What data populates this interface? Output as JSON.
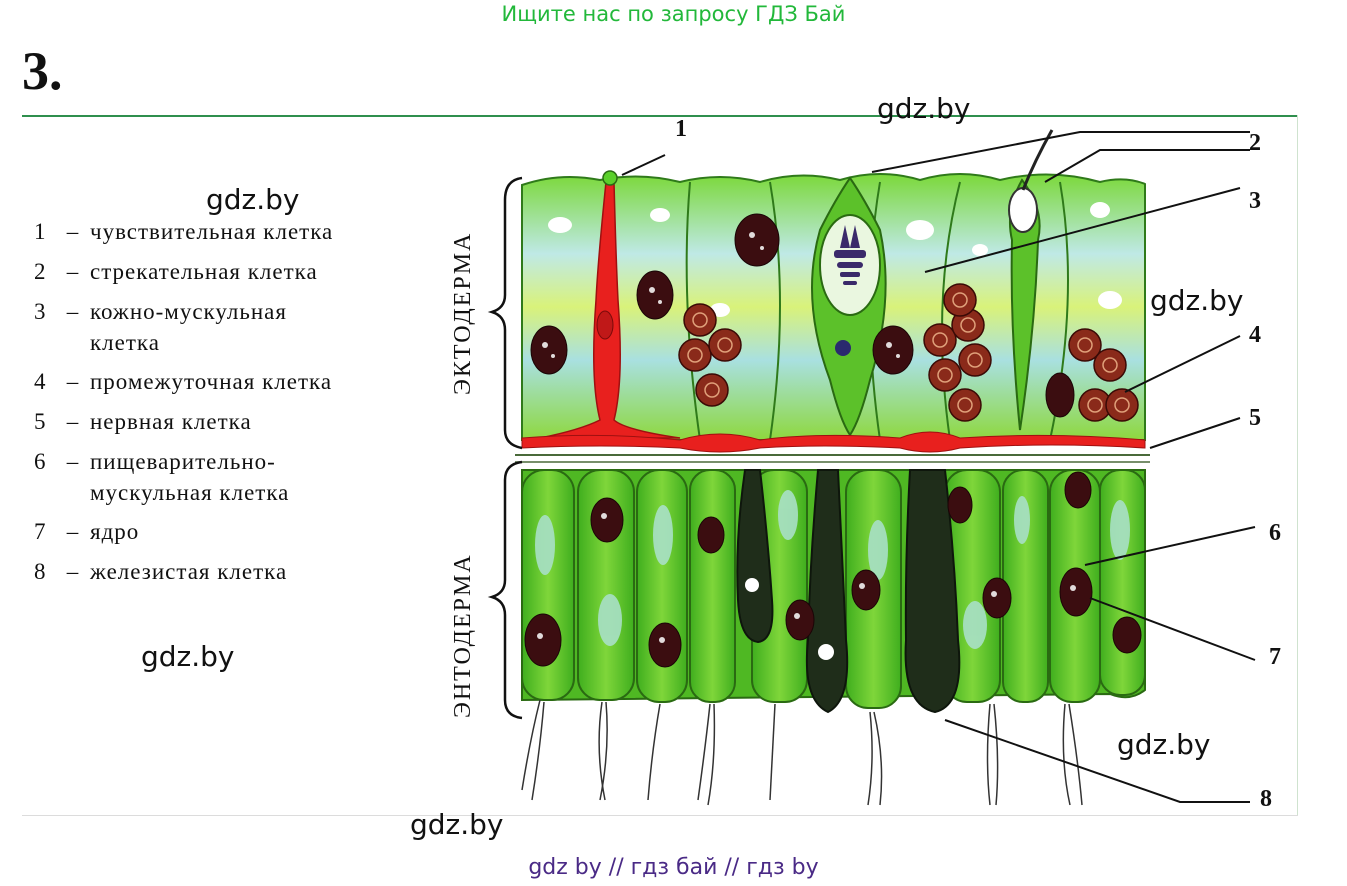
{
  "banner": "Ищите нас по запросу ГДЗ Бай",
  "task_number": "3.",
  "watermarks": [
    "gdz.by",
    "gdz.by",
    "gdz.by",
    "gdz.by",
    "gdz.by",
    "gdz.by"
  ],
  "legend": [
    {
      "num": "1",
      "dash": "–",
      "text": "чувствительная клетка"
    },
    {
      "num": "2",
      "dash": "–",
      "text": "стрекательная клетка"
    },
    {
      "num": "3",
      "dash": "–",
      "text": "кожно-мускульная\nклетка"
    },
    {
      "num": "4",
      "dash": "–",
      "text": "промежуточная клетка"
    },
    {
      "num": "5",
      "dash": "–",
      "text": "нервная клетка"
    },
    {
      "num": "6",
      "dash": "–",
      "text": "пищеварительно-\nмускульная клетка"
    },
    {
      "num": "7",
      "dash": "–",
      "text": "ядро"
    },
    {
      "num": "8",
      "dash": "–",
      "text": "железистая клетка"
    }
  ],
  "layers": {
    "ectoderm": "ЭКТОДЕРМА",
    "endoderm": "ЭНТОДЕРМА"
  },
  "callouts": [
    "1",
    "2",
    "3",
    "4",
    "5",
    "6",
    "7",
    "8"
  ],
  "footer": "gdz by  //  гдз бай  //  гдз by",
  "colors": {
    "banner": "#22b83a",
    "footer": "#4a2a86",
    "cell_green": "#6ccf2a",
    "nerve_red": "#e8201e",
    "gland_dark": "#1f2d1a"
  }
}
